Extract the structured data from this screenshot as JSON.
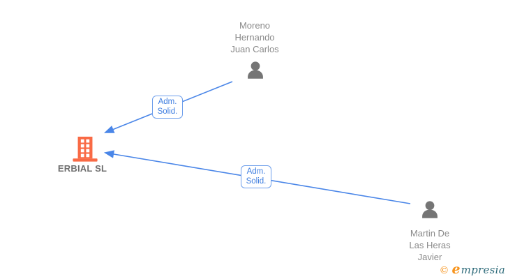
{
  "nodes": {
    "person_top": {
      "name_line1": "Moreno",
      "name_line2": "Hernando",
      "name_line3": "Juan Carlos"
    },
    "company": {
      "label": "ERBIAL SL"
    },
    "person_bottom": {
      "name_line1": "Martin De",
      "name_line2": "Las Heras",
      "name_line3": "Javier"
    }
  },
  "edges": {
    "edge_top": {
      "label_line1": "Adm.",
      "label_line2": "Solid."
    },
    "edge_bottom": {
      "label_line1": "Adm.",
      "label_line2": "Solid."
    }
  },
  "watermark": {
    "copyright_symbol": "©",
    "brand_initial": "e",
    "brand_rest": "mpresia"
  },
  "colors": {
    "edge_blue": "#4a86e8",
    "label_blue": "#3d7de0",
    "box_border": "#6d9eeb",
    "building_orange": "#f96a45",
    "person_gray": "#757575",
    "name_gray": "#8a8a8a",
    "company_gray": "#6e6e6e",
    "wm_orange": "#f7941d",
    "wm_teal": "#2e6b7a"
  }
}
